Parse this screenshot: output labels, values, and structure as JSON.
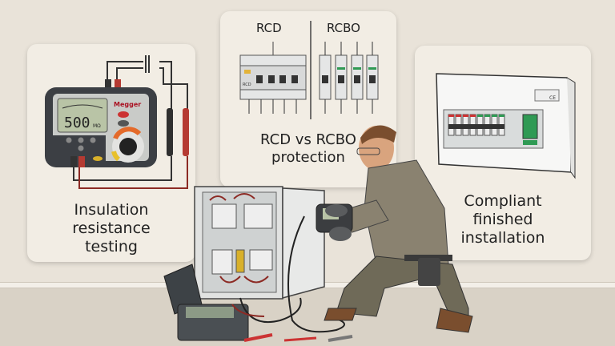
{
  "panels": {
    "left": {
      "caption_lines": [
        "Insulation",
        "resistance",
        "testing"
      ],
      "meter": {
        "brand": "Megger",
        "reading": "500",
        "unit": "MΩ"
      }
    },
    "middle": {
      "column_rcd": "RCD",
      "column_rcbo": "RCBO",
      "rcd_label": "RCD",
      "caption_lines": [
        "RCD vs RCBO",
        "protection"
      ]
    },
    "right": {
      "caption_lines": [
        "Compliant",
        "finished",
        "installation"
      ],
      "label": "CE"
    }
  },
  "colors": {
    "card_bg": "#f2ede4",
    "wall": "#e9e3d9",
    "lead_red": "#b53a32",
    "lead_black": "#333333",
    "rcbo_green": "#2f9a54",
    "overalls": "#7a7260"
  }
}
